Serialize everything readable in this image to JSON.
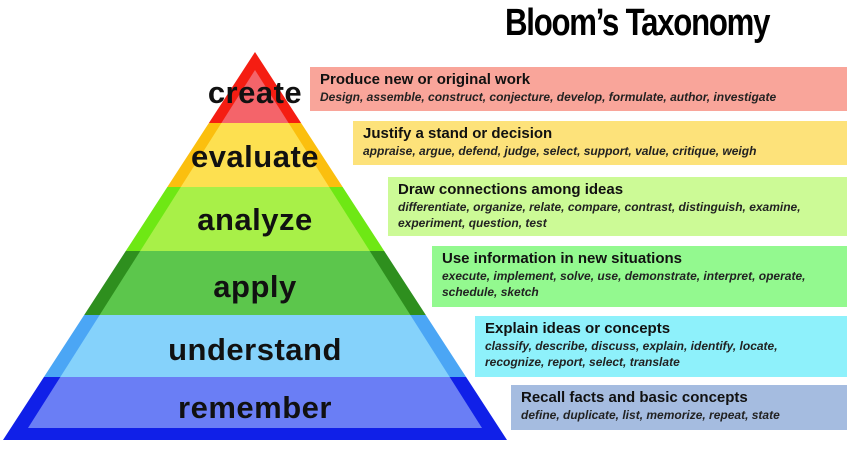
{
  "title": "Bloom’s Taxonomy",
  "levels": [
    {
      "name": "create",
      "heading": "Produce new or original work",
      "verbs": "Design, assemble, construct, conjecture, develop, formulate, author, investigate",
      "dark": "#f51d12",
      "light": "#f4646a",
      "box": "#f9a59a"
    },
    {
      "name": "evaluate",
      "heading": "Justify a stand or decision",
      "verbs": "appraise, argue, defend, judge, select, support, value, critique, weigh",
      "dark": "#fbbf0e",
      "light": "#fde050",
      "box": "#fde27a"
    },
    {
      "name": "analyze",
      "heading": "Draw connections among ideas",
      "verbs": "differentiate, organize, relate, compare, contrast, distinguish, examine, experiment, question, test",
      "dark": "#6ee814",
      "light": "#a8f048",
      "box": "#ccfa96"
    },
    {
      "name": "apply",
      "heading": "Use information in new situations",
      "verbs": "execute, implement, solve, use, demonstrate, interpret, operate, schedule, sketch",
      "dark": "#2e8f1e",
      "light": "#5cc64c",
      "box": "#93f98f"
    },
    {
      "name": "understand",
      "heading": "Explain ideas or concepts",
      "verbs": "classify, describe, discuss, explain, identify, locate, recognize, report, select, translate",
      "dark": "#4ba6f5",
      "light": "#85d2fb",
      "box": "#8ef1fb"
    },
    {
      "name": "remember",
      "heading": "Recall facts and basic concepts",
      "verbs": "define, duplicate, list, memorize, repeat, state",
      "dark": "#1020e8",
      "light": "#6a7ef5",
      "box": "#a5bce0"
    }
  ]
}
